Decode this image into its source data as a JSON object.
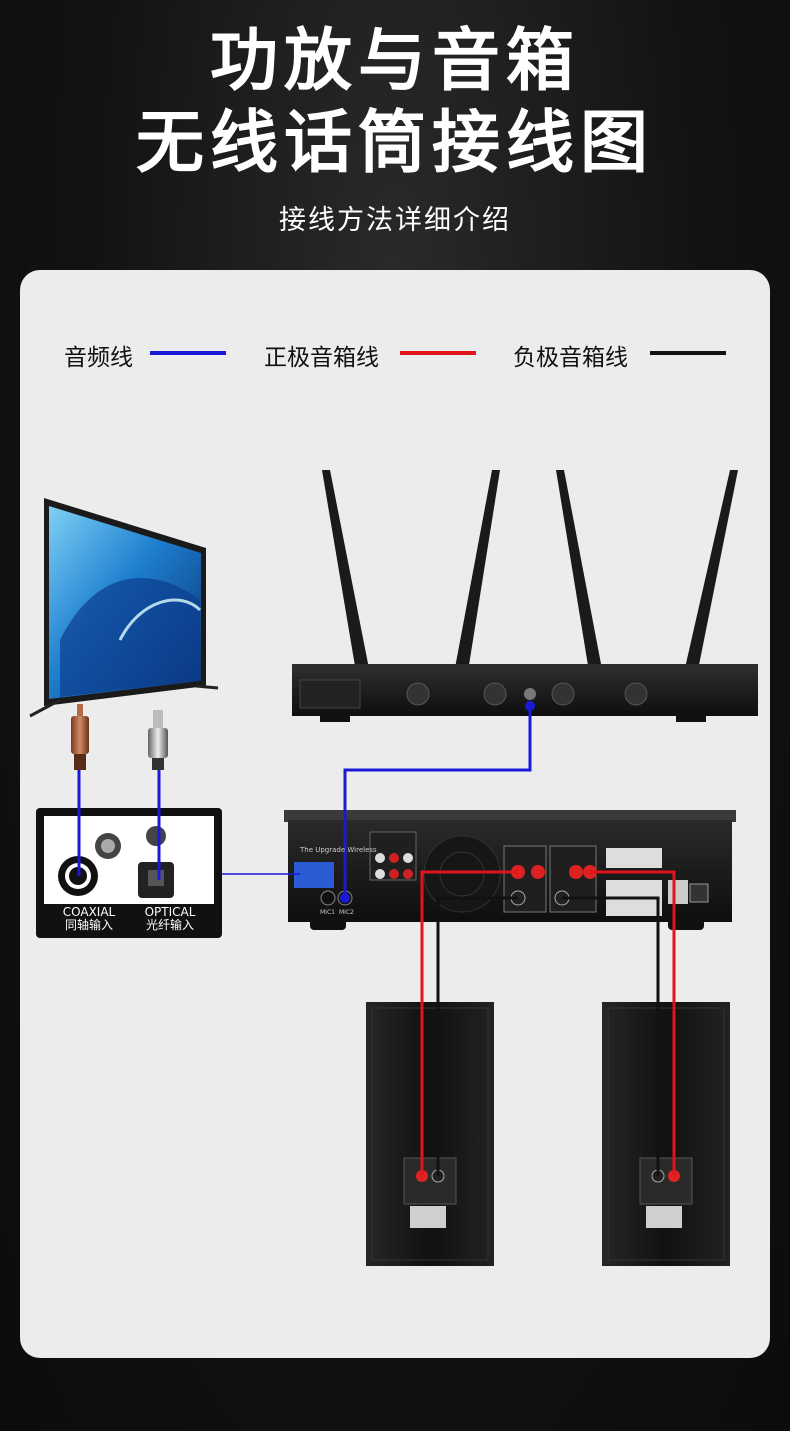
{
  "header": {
    "title_line1": "功放与音箱",
    "title_line2": "无线话筒接线图",
    "subtitle": "接线方法详细介绍"
  },
  "legend": [
    {
      "label": "音频线",
      "color": "#1a1ad6"
    },
    {
      "label": "正极音箱线",
      "color": "#e0141c"
    },
    {
      "label": "负极音箱线",
      "color": "#111111"
    }
  ],
  "tv_panel": {
    "coaxial_label": "COAXIAL",
    "coaxial_sub": "同轴输入",
    "optical_label": "OPTICAL",
    "optical_sub": "光纤输入"
  },
  "amplifier": {
    "brand_text": "The Upgrade Wireless",
    "mic_labels": [
      "MIC1",
      "MIC2"
    ]
  },
  "colors": {
    "audio_wire": "#1a1ad6",
    "positive_wire": "#e0141c",
    "negative_wire": "#111111"
  },
  "icons": [
    "tv-icon",
    "rca-plug-icon",
    "optical-plug-icon",
    "wireless-receiver-icon",
    "amplifier-icon",
    "speaker-icon"
  ]
}
